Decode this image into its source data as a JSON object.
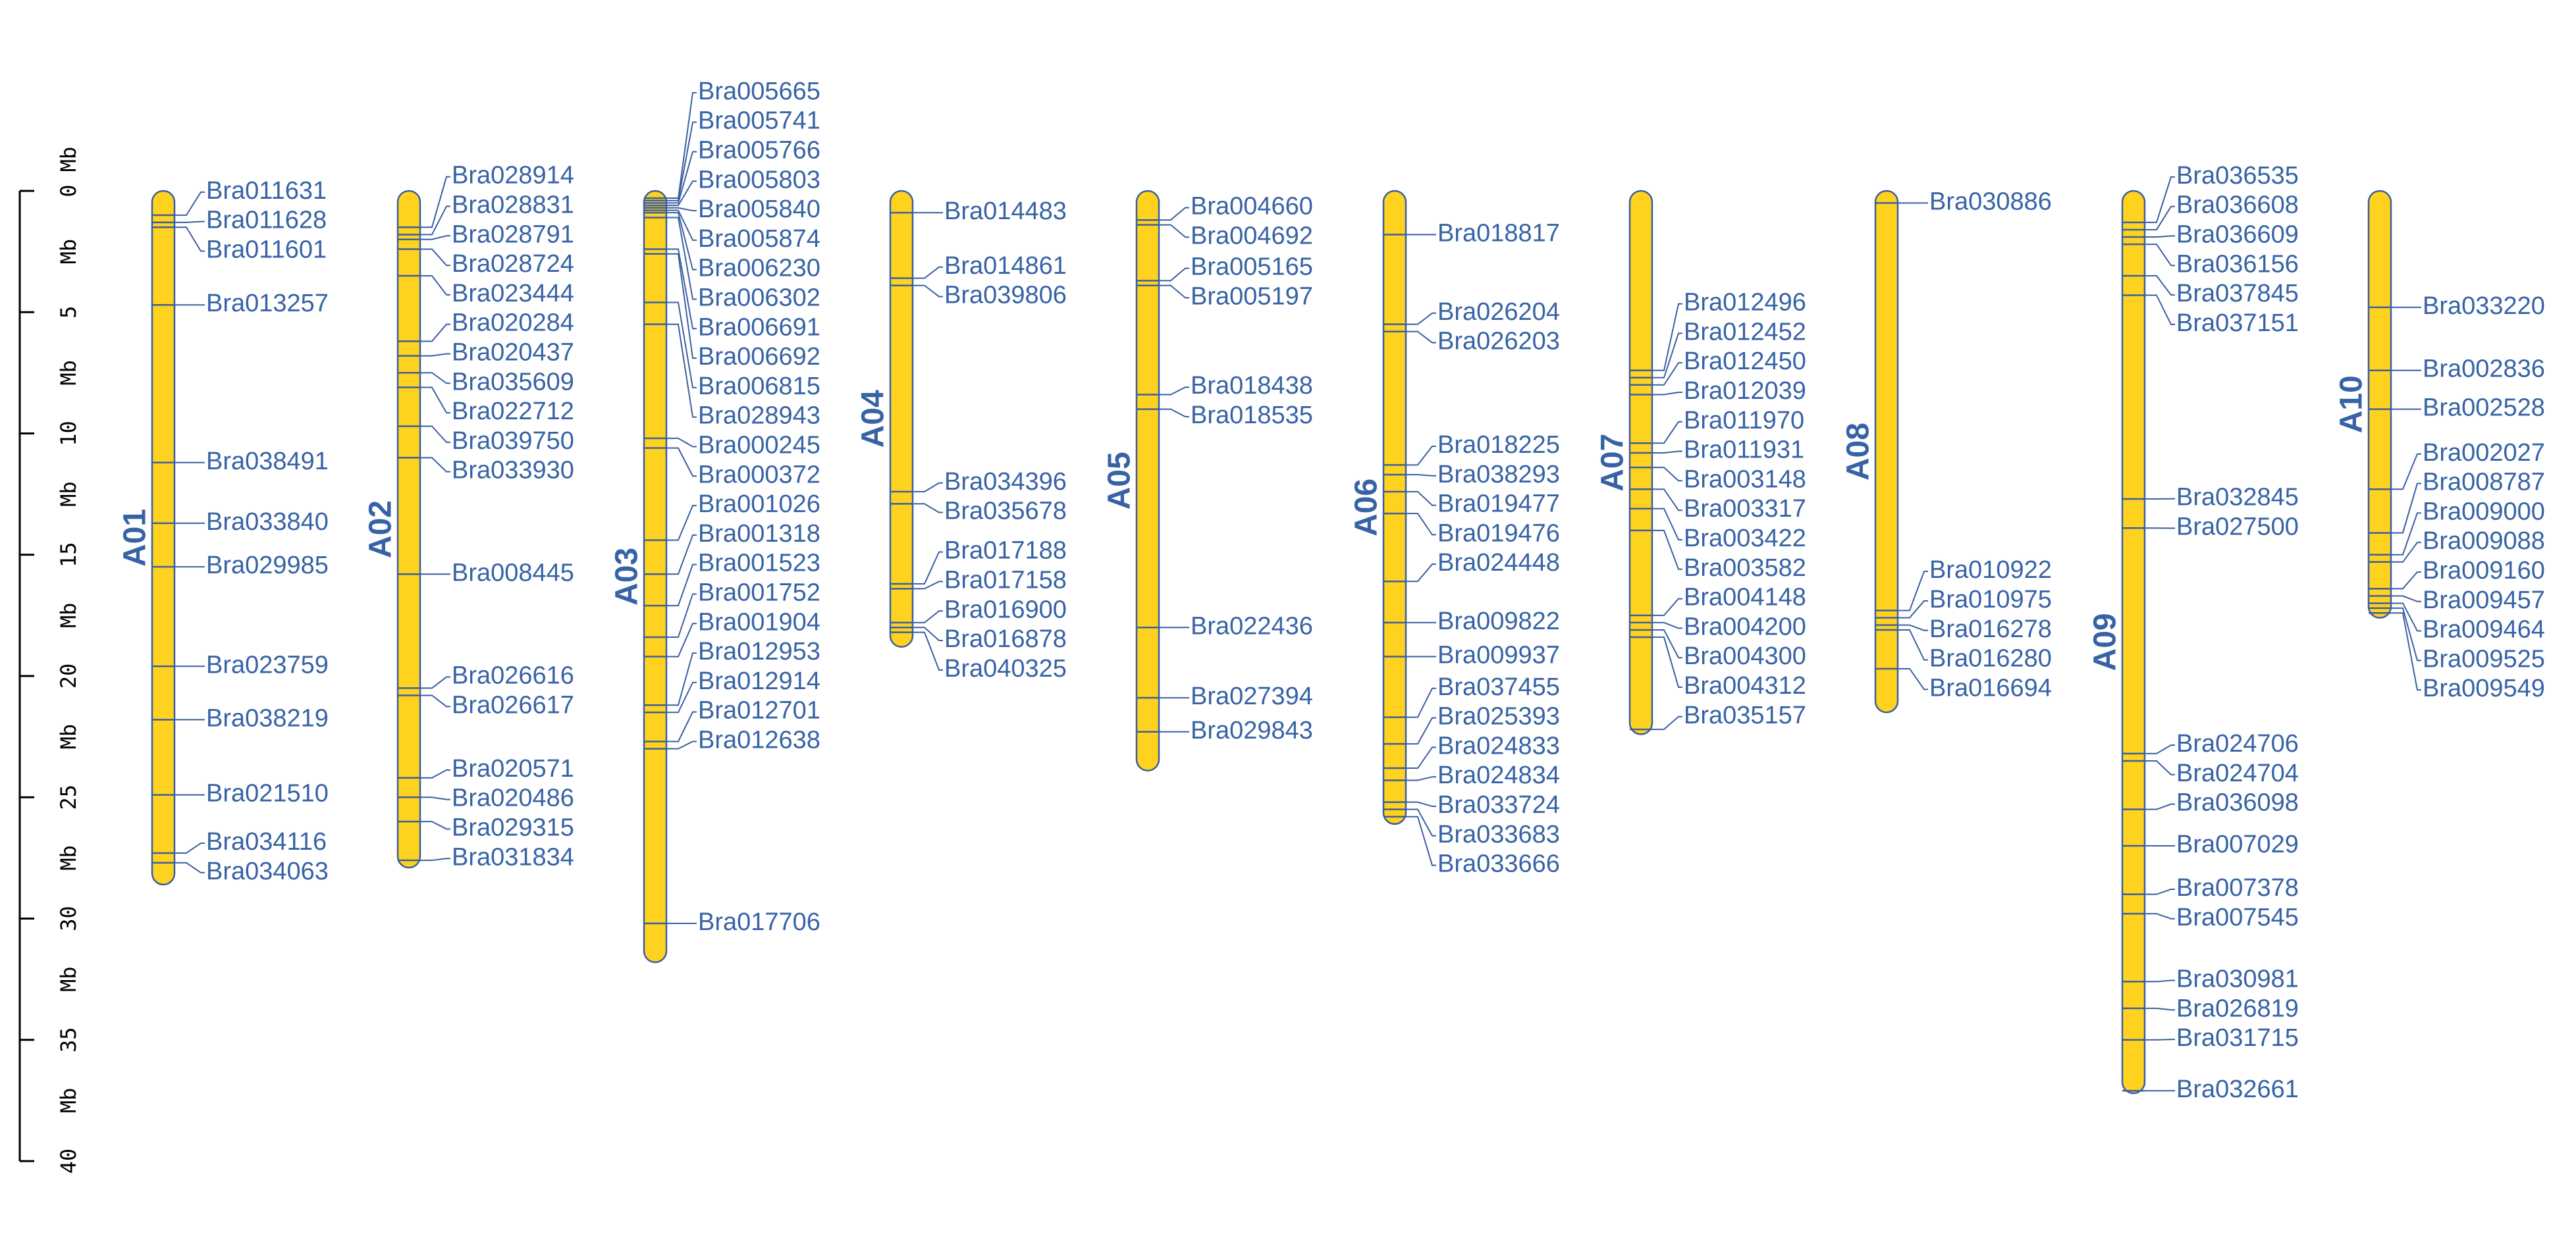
{
  "colors": {
    "chromosome_fill": "#FFD21F",
    "chromosome_stroke": "#3B5FA0",
    "label": "#3763A6",
    "axis": "#000000"
  },
  "axis": {
    "unit": "Mb",
    "min": 0,
    "max": 40,
    "ticks": [
      0,
      5,
      10,
      15,
      20,
      25,
      30,
      35,
      40
    ]
  },
  "chromosomes": [
    {
      "name": "A01",
      "length": 28.6,
      "genes": [
        {
          "id": "Bra011631",
          "pos": 1.0
        },
        {
          "id": "Bra011628",
          "pos": 1.3
        },
        {
          "id": "Bra011601",
          "pos": 1.5
        },
        {
          "id": "Bra013257",
          "pos": 4.7
        },
        {
          "id": "Bra038491",
          "pos": 11.2
        },
        {
          "id": "Bra033840",
          "pos": 13.7
        },
        {
          "id": "Bra029985",
          "pos": 15.5
        },
        {
          "id": "Bra023759",
          "pos": 19.6
        },
        {
          "id": "Bra038219",
          "pos": 21.8
        },
        {
          "id": "Bra021510",
          "pos": 24.9
        },
        {
          "id": "Bra034116",
          "pos": 27.3
        },
        {
          "id": "Bra034063",
          "pos": 27.7
        }
      ]
    },
    {
      "name": "A02",
      "length": 27.9,
      "genes": [
        {
          "id": "Bra028914",
          "pos": 1.5
        },
        {
          "id": "Bra028831",
          "pos": 1.8
        },
        {
          "id": "Bra028791",
          "pos": 2.0
        },
        {
          "id": "Bra028724",
          "pos": 2.4
        },
        {
          "id": "Bra023444",
          "pos": 3.5
        },
        {
          "id": "Bra020284",
          "pos": 6.2
        },
        {
          "id": "Bra020437",
          "pos": 6.8
        },
        {
          "id": "Bra035609",
          "pos": 7.5
        },
        {
          "id": "Bra022712",
          "pos": 8.1
        },
        {
          "id": "Bra039750",
          "pos": 9.7
        },
        {
          "id": "Bra033930",
          "pos": 11.0
        },
        {
          "id": "Bra008445",
          "pos": 15.8
        },
        {
          "id": "Bra026616",
          "pos": 20.5
        },
        {
          "id": "Bra026617",
          "pos": 20.8
        },
        {
          "id": "Bra020571",
          "pos": 24.2
        },
        {
          "id": "Bra020486",
          "pos": 25.0
        },
        {
          "id": "Bra029315",
          "pos": 26.0
        },
        {
          "id": "Bra031834",
          "pos": 27.6
        }
      ]
    },
    {
      "name": "A03",
      "length": 31.8,
      "genes": [
        {
          "id": "Bra005665",
          "pos": 0.3
        },
        {
          "id": "Bra005741",
          "pos": 0.4
        },
        {
          "id": "Bra005766",
          "pos": 0.5
        },
        {
          "id": "Bra005803",
          "pos": 0.6
        },
        {
          "id": "Bra005840",
          "pos": 0.7
        },
        {
          "id": "Bra005874",
          "pos": 0.8
        },
        {
          "id": "Bra006230",
          "pos": 0.9
        },
        {
          "id": "Bra006302",
          "pos": 1.1
        },
        {
          "id": "Bra006691",
          "pos": 2.4
        },
        {
          "id": "Bra006692",
          "pos": 2.6
        },
        {
          "id": "Bra006815",
          "pos": 4.6
        },
        {
          "id": "Bra028943",
          "pos": 5.5
        },
        {
          "id": "Bra000245",
          "pos": 10.2
        },
        {
          "id": "Bra000372",
          "pos": 10.6
        },
        {
          "id": "Bra001026",
          "pos": 14.4
        },
        {
          "id": "Bra001318",
          "pos": 15.8
        },
        {
          "id": "Bra001523",
          "pos": 17.1
        },
        {
          "id": "Bra001752",
          "pos": 18.4
        },
        {
          "id": "Bra001904",
          "pos": 19.2
        },
        {
          "id": "Bra012953",
          "pos": 21.2
        },
        {
          "id": "Bra012914",
          "pos": 21.5
        },
        {
          "id": "Bra012701",
          "pos": 22.7
        },
        {
          "id": "Bra012638",
          "pos": 23.0
        },
        {
          "id": "Bra017706",
          "pos": 30.2
        }
      ]
    },
    {
      "name": "A04",
      "length": 18.8,
      "genes": [
        {
          "id": "Bra014483",
          "pos": 0.9
        },
        {
          "id": "Bra014861",
          "pos": 3.6
        },
        {
          "id": "Bra039806",
          "pos": 3.9
        },
        {
          "id": "Bra034396",
          "pos": 12.4
        },
        {
          "id": "Bra035678",
          "pos": 12.9
        },
        {
          "id": "Bra017188",
          "pos": 16.2
        },
        {
          "id": "Bra017158",
          "pos": 16.4
        },
        {
          "id": "Bra016900",
          "pos": 17.8
        },
        {
          "id": "Bra016878",
          "pos": 18.0
        },
        {
          "id": "Bra040325",
          "pos": 18.2
        }
      ]
    },
    {
      "name": "A05",
      "length": 23.9,
      "genes": [
        {
          "id": "Bra004660",
          "pos": 1.2
        },
        {
          "id": "Bra004692",
          "pos": 1.4
        },
        {
          "id": "Bra005165",
          "pos": 3.7
        },
        {
          "id": "Bra005197",
          "pos": 3.9
        },
        {
          "id": "Bra018438",
          "pos": 8.4
        },
        {
          "id": "Bra018535",
          "pos": 9.0
        },
        {
          "id": "Bra022436",
          "pos": 18.0
        },
        {
          "id": "Bra027394",
          "pos": 20.9
        },
        {
          "id": "Bra029843",
          "pos": 22.3
        }
      ]
    },
    {
      "name": "A06",
      "length": 26.1,
      "genes": [
        {
          "id": "Bra018817",
          "pos": 1.8
        },
        {
          "id": "Bra026204",
          "pos": 5.5
        },
        {
          "id": "Bra026203",
          "pos": 5.8
        },
        {
          "id": "Bra018225",
          "pos": 11.3
        },
        {
          "id": "Bra038293",
          "pos": 11.7
        },
        {
          "id": "Bra019477",
          "pos": 12.4
        },
        {
          "id": "Bra019476",
          "pos": 13.3
        },
        {
          "id": "Bra024448",
          "pos": 16.1
        },
        {
          "id": "Bra009822",
          "pos": 17.8
        },
        {
          "id": "Bra009937",
          "pos": 19.2
        },
        {
          "id": "Bra037455",
          "pos": 21.7
        },
        {
          "id": "Bra025393",
          "pos": 22.8
        },
        {
          "id": "Bra024833",
          "pos": 23.8
        },
        {
          "id": "Bra024834",
          "pos": 24.3
        },
        {
          "id": "Bra033724",
          "pos": 25.2
        },
        {
          "id": "Bra033683",
          "pos": 25.5
        },
        {
          "id": "Bra033666",
          "pos": 25.8
        }
      ]
    },
    {
      "name": "A07",
      "length": 22.4,
      "genes": [
        {
          "id": "Bra012496",
          "pos": 7.4
        },
        {
          "id": "Bra012452",
          "pos": 7.7
        },
        {
          "id": "Bra012450",
          "pos": 8.0
        },
        {
          "id": "Bra012039",
          "pos": 8.4
        },
        {
          "id": "Bra011970",
          "pos": 10.4
        },
        {
          "id": "Bra011931",
          "pos": 10.8
        },
        {
          "id": "Bra003148",
          "pos": 11.4
        },
        {
          "id": "Bra003317",
          "pos": 12.3
        },
        {
          "id": "Bra003422",
          "pos": 13.1
        },
        {
          "id": "Bra003582",
          "pos": 14.0
        },
        {
          "id": "Bra004148",
          "pos": 17.5
        },
        {
          "id": "Bra004200",
          "pos": 17.8
        },
        {
          "id": "Bra004300",
          "pos": 18.1
        },
        {
          "id": "Bra004312",
          "pos": 18.4
        },
        {
          "id": "Bra035157",
          "pos": 22.2
        }
      ]
    },
    {
      "name": "A08",
      "length": 21.5,
      "genes": [
        {
          "id": "Bra030886",
          "pos": 0.5
        },
        {
          "id": "Bra010922",
          "pos": 17.3
        },
        {
          "id": "Bra010975",
          "pos": 17.6
        },
        {
          "id": "Bra016278",
          "pos": 17.9
        },
        {
          "id": "Bra016280",
          "pos": 18.1
        },
        {
          "id": "Bra016694",
          "pos": 19.7
        }
      ]
    },
    {
      "name": "A09",
      "length": 37.2,
      "genes": [
        {
          "id": "Bra036535",
          "pos": 1.3
        },
        {
          "id": "Bra036608",
          "pos": 1.6
        },
        {
          "id": "Bra036609",
          "pos": 1.9
        },
        {
          "id": "Bra036156",
          "pos": 2.2
        },
        {
          "id": "Bra037845",
          "pos": 3.5
        },
        {
          "id": "Bra037151",
          "pos": 4.3
        },
        {
          "id": "Bra032845",
          "pos": 12.7
        },
        {
          "id": "Bra027500",
          "pos": 13.9
        },
        {
          "id": "Bra024706",
          "pos": 23.2
        },
        {
          "id": "Bra024704",
          "pos": 23.5
        },
        {
          "id": "Bra036098",
          "pos": 25.5
        },
        {
          "id": "Bra007029",
          "pos": 27.0
        },
        {
          "id": "Bra007378",
          "pos": 29.0
        },
        {
          "id": "Bra007545",
          "pos": 29.8
        },
        {
          "id": "Bra030981",
          "pos": 32.6
        },
        {
          "id": "Bra026819",
          "pos": 33.7
        },
        {
          "id": "Bra031715",
          "pos": 35.0
        },
        {
          "id": "Bra032661",
          "pos": 37.1
        }
      ]
    },
    {
      "name": "A10",
      "length": 17.6,
      "genes": [
        {
          "id": "Bra033220",
          "pos": 4.8
        },
        {
          "id": "Bra002836",
          "pos": 7.4
        },
        {
          "id": "Bra002528",
          "pos": 9.0
        },
        {
          "id": "Bra002027",
          "pos": 12.3
        },
        {
          "id": "Bra008787",
          "pos": 14.1
        },
        {
          "id": "Bra009000",
          "pos": 15.0
        },
        {
          "id": "Bra009088",
          "pos": 15.3
        },
        {
          "id": "Bra009160",
          "pos": 16.4
        },
        {
          "id": "Bra009457",
          "pos": 16.7
        },
        {
          "id": "Bra009464",
          "pos": 17.0
        },
        {
          "id": "Bra009525",
          "pos": 17.2
        },
        {
          "id": "Bra009549",
          "pos": 17.4
        }
      ]
    }
  ]
}
